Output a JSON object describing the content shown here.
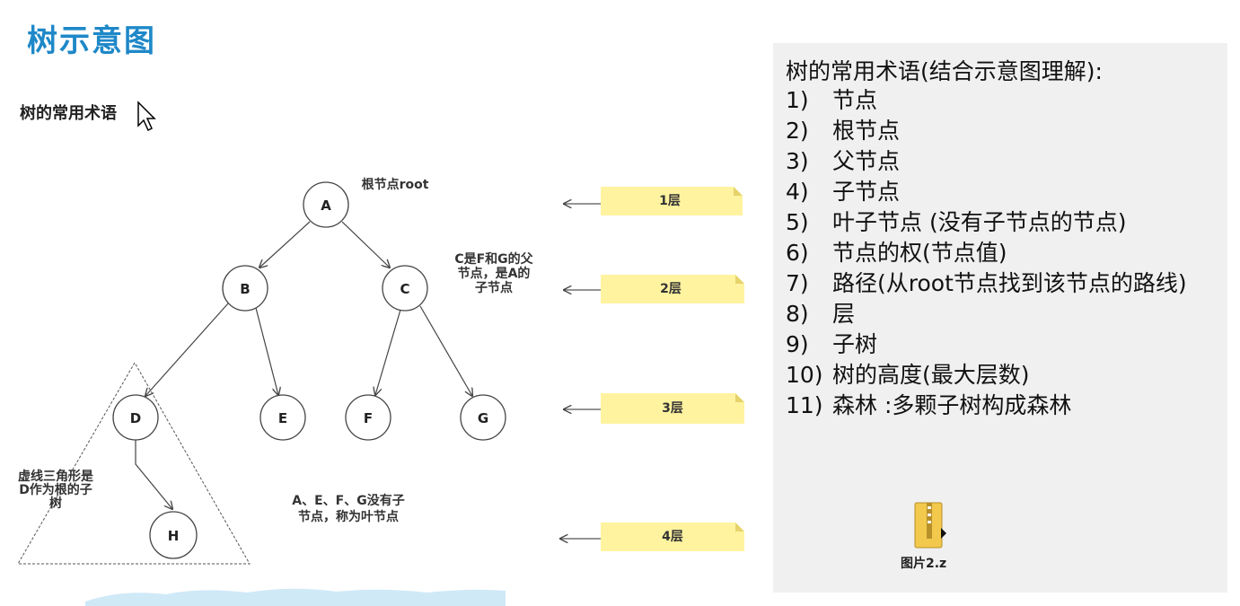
{
  "slide": {
    "title": "树示意图",
    "subtitle": "树的常用术语"
  },
  "tree": {
    "nodes": {
      "A": "A",
      "B": "B",
      "C": "C",
      "D": "D",
      "E": "E",
      "F": "F",
      "G": "G",
      "H": "H"
    },
    "annotations": {
      "root": "根节点root",
      "c_parent": [
        "C是F和G的父",
        "节点，是A的",
        "子节点"
      ],
      "triangle": [
        "虚线三角形是",
        "D作为根的子",
        "树"
      ],
      "leaves": [
        "A、E、F、G没有子",
        "节点，称为叶节点"
      ]
    },
    "levels": [
      "1层",
      "2层",
      "3层",
      "4层"
    ]
  },
  "terms": {
    "heading": "树的常用术语(结合示意图理解):",
    "items": [
      {
        "num": "1)",
        "text": "节点"
      },
      {
        "num": "2)",
        "text": "根节点"
      },
      {
        "num": "3)",
        "text": "父节点"
      },
      {
        "num": "4)",
        "text": "子节点"
      },
      {
        "num": "5)",
        "text": "叶子节点 (没有子节点的节点)"
      },
      {
        "num": "6)",
        "text": "节点的权(节点值)"
      },
      {
        "num": "7)",
        "text": "路径(从root节点找到该节点的路线)"
      },
      {
        "num": "8)",
        "text": "层"
      },
      {
        "num": "9)",
        "text": "子树"
      },
      {
        "num": "10)",
        "text": "树的高度(最大层数)"
      },
      {
        "num": "11)",
        "text": "森林 :多颗子树构成森林"
      }
    ]
  },
  "file": {
    "label": "图片2.z",
    "icon": "folder-zip-icon"
  },
  "colors": {
    "title": "#1e88c8",
    "note": "#fff3a0",
    "panel": "#f0f0f0",
    "water": "#cfe9f7"
  }
}
